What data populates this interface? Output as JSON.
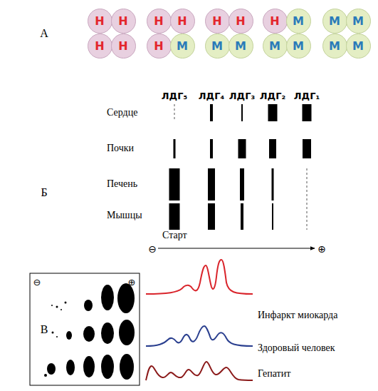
{
  "diagram": {
    "nodes": [
      {
        "text": [
          "Н"
        ]
      },
      {
        "text": [
          "Н"
        ]
      },
      {
        "text": [
          "Н"
        ]
      },
      {
        "text": [
          "Н"
        ]
      },
      {
        "text": [
          "Н"
        ]
      },
      {
        "text": [
          "Н"
        ]
      },
      {
        "text": [
          "Н"
        ]
      },
      {
        "text": [
          "М"
        ]
      },
      {
        "text": [
          "Н"
        ]
      },
      {
        "text": [
          "Н"
        ]
      },
      {
        "text": [
          "М"
        ]
      },
      {
        "text": [
          "М"
        ]
      },
      {
        "text": [
          "Н"
        ]
      },
      {
        "text": [
          "М"
        ]
      },
      {
        "text": [
          "М"
        ]
      },
      {
        "text": [
          "М"
        ]
      },
      {
        "text": [
          "М"
        ]
      },
      {
        "text": [
          "М"
        ]
      },
      {
        "text": [
          "М"
        ]
      },
      {
        "text": [
          "М"
        ]
      }
    ],
    "labels": [
      "А",
      "Б",
      "В",
      "ЛДГ₅",
      "ЛДГ₄",
      "ЛДГ₃",
      "ЛДГ₂",
      "ЛДГ₁",
      "Сердце",
      "Почки",
      "Печень",
      "Мышцы",
      "Старт",
      "⊖",
      "⊕",
      "⊖",
      "⊕",
      "Инфаркт миокарда",
      "Здоровый человек",
      "Гепатит"
    ]
  }
}
